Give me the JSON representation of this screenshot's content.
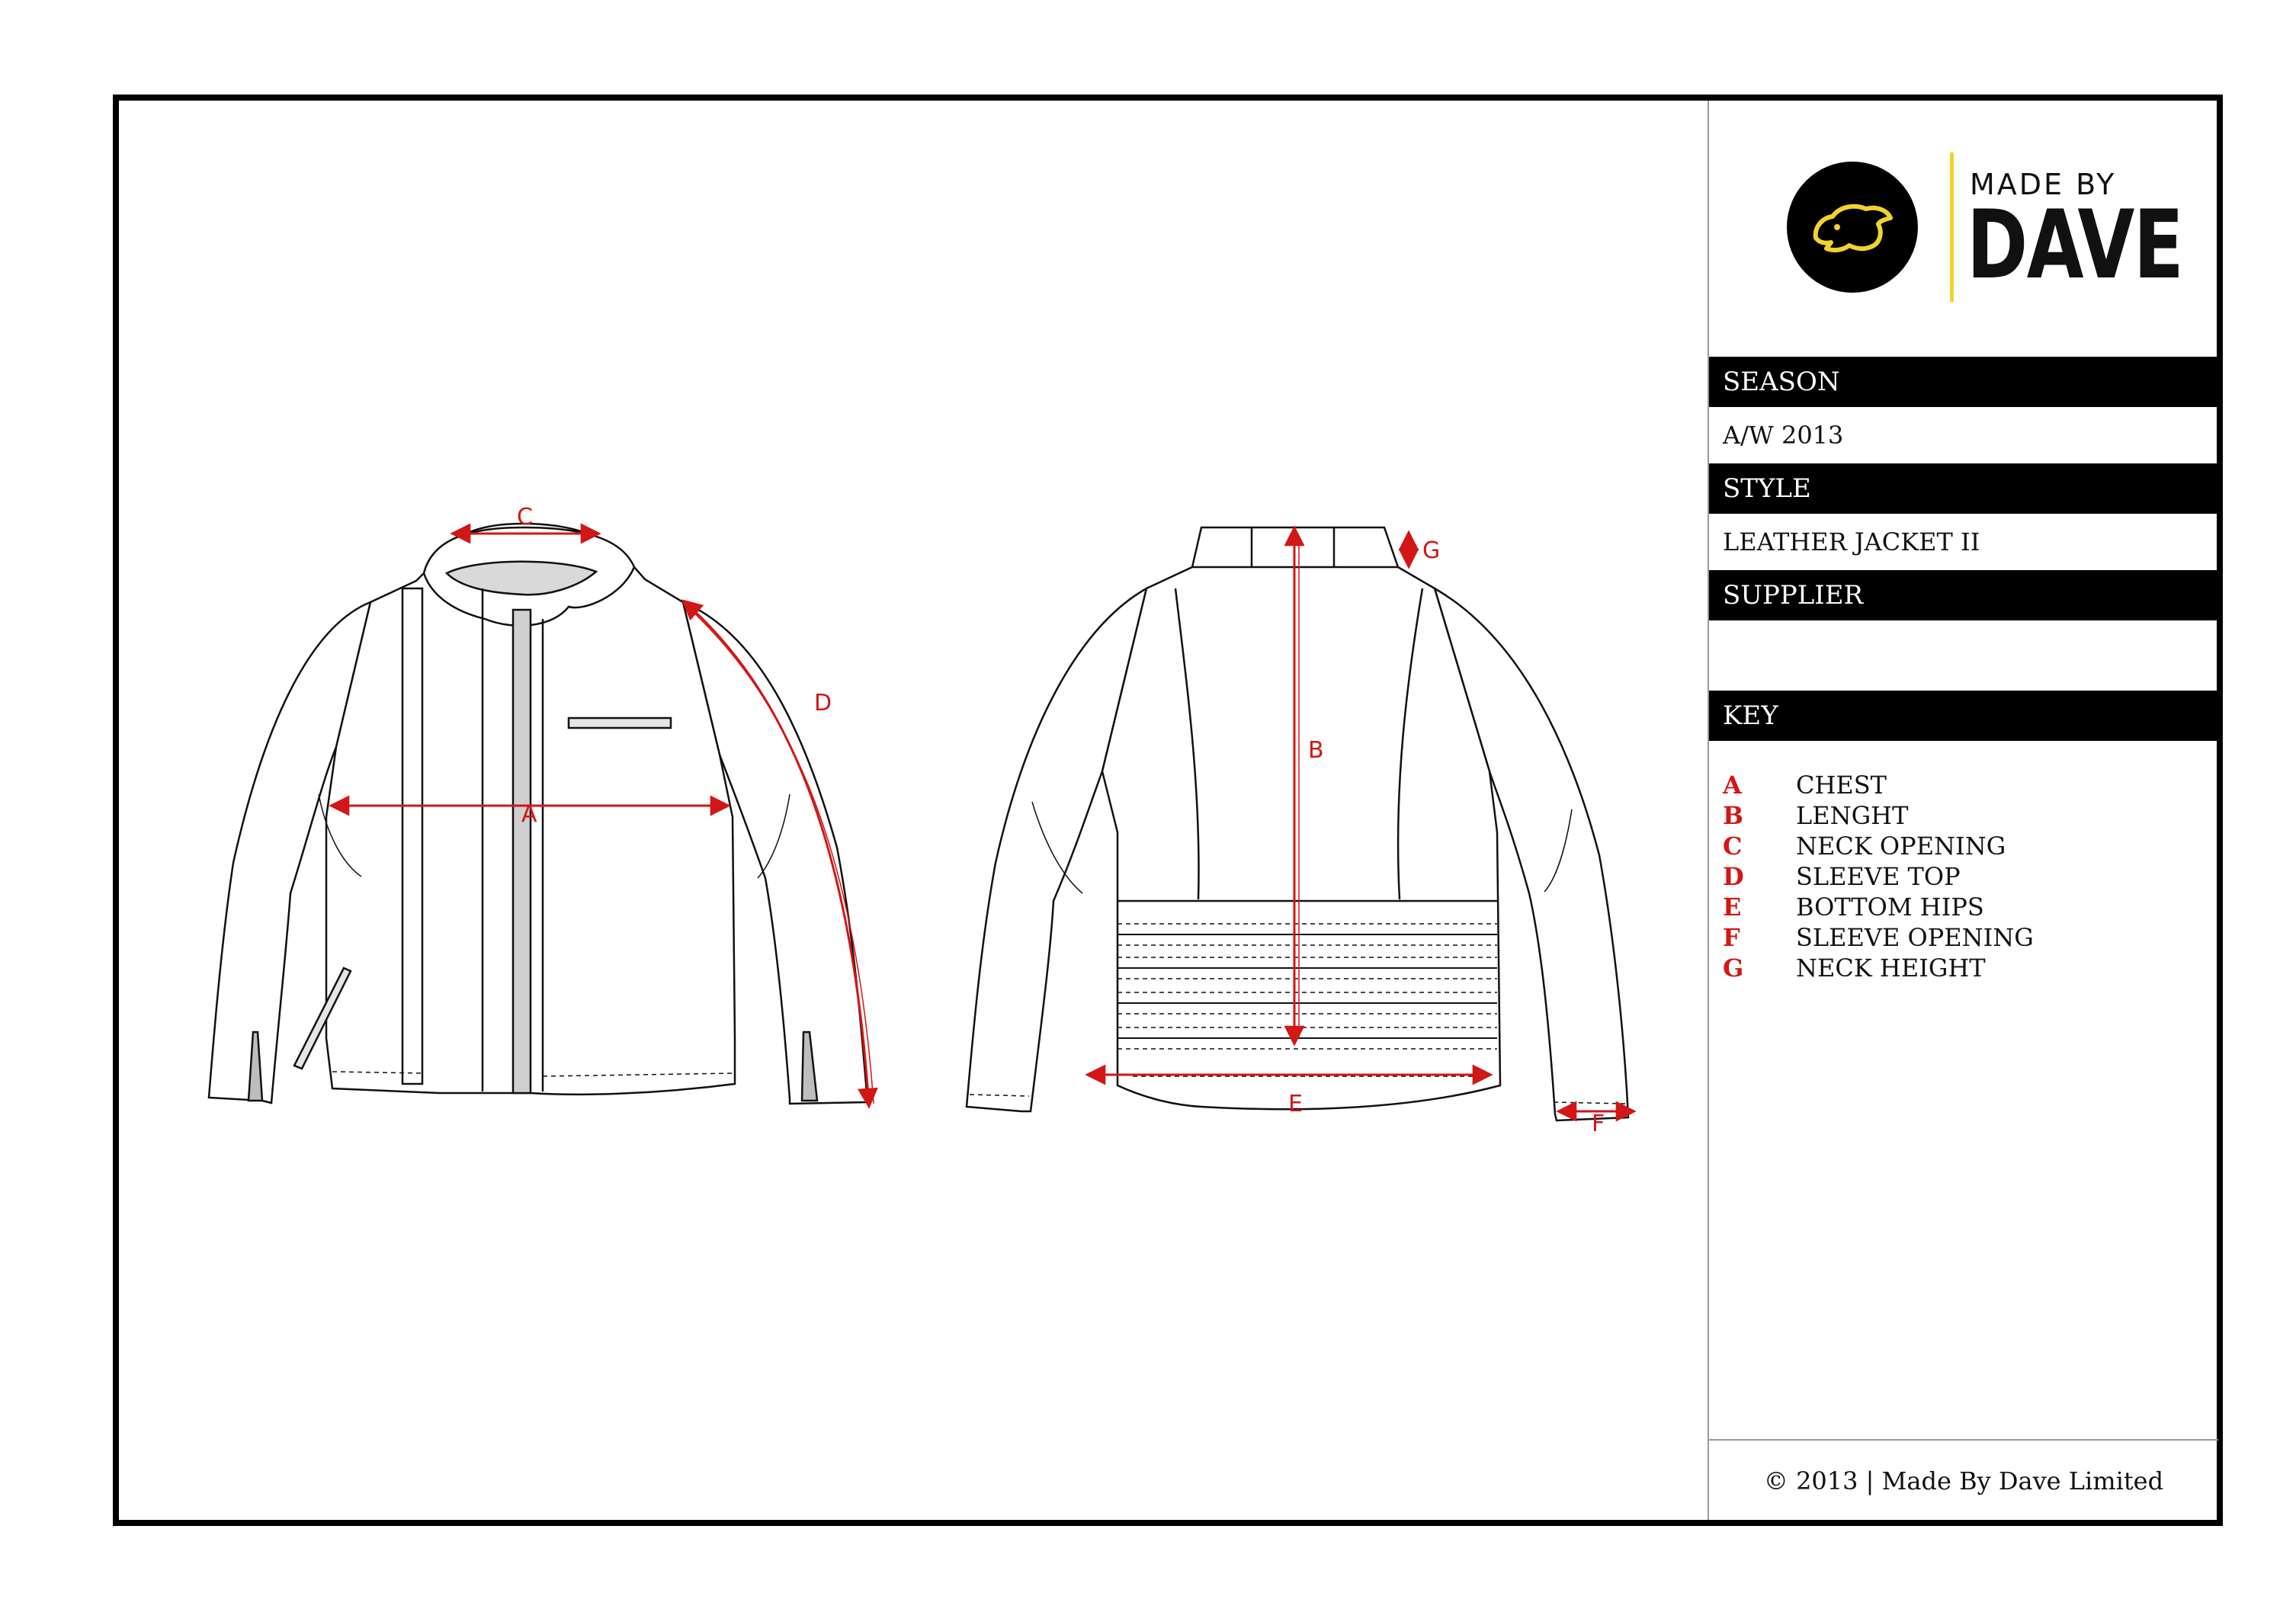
{
  "brand": {
    "made_by": "MADE BY",
    "name": "DAVE",
    "accent_color": "#f0d42a",
    "logo_icon": "dog-head-icon"
  },
  "sheet": {
    "season_label": "SEASON",
    "season_value": "A/W 2013",
    "style_label": "STYLE",
    "style_value": "LEATHER JACKET II",
    "supplier_label": "SUPPLIER",
    "supplier_value": "",
    "key_label": "KEY"
  },
  "key": [
    {
      "letter": "A",
      "label": "CHEST"
    },
    {
      "letter": "B",
      "label": "LENGHT"
    },
    {
      "letter": "C",
      "label": "NECK OPENING"
    },
    {
      "letter": "D",
      "label": "SLEEVE TOP"
    },
    {
      "letter": "E",
      "label": "BOTTOM HIPS"
    },
    {
      "letter": "F",
      "label": "SLEEVE OPENING"
    },
    {
      "letter": "G",
      "label": "NECK HEIGHT"
    }
  ],
  "measure_labels": {
    "a": "A",
    "b": "B",
    "c": "C",
    "d": "D",
    "e": "E",
    "f": "F",
    "g": "G"
  },
  "measure_color": "#d31616",
  "footer": "© 2013 | Made By Dave Limited"
}
